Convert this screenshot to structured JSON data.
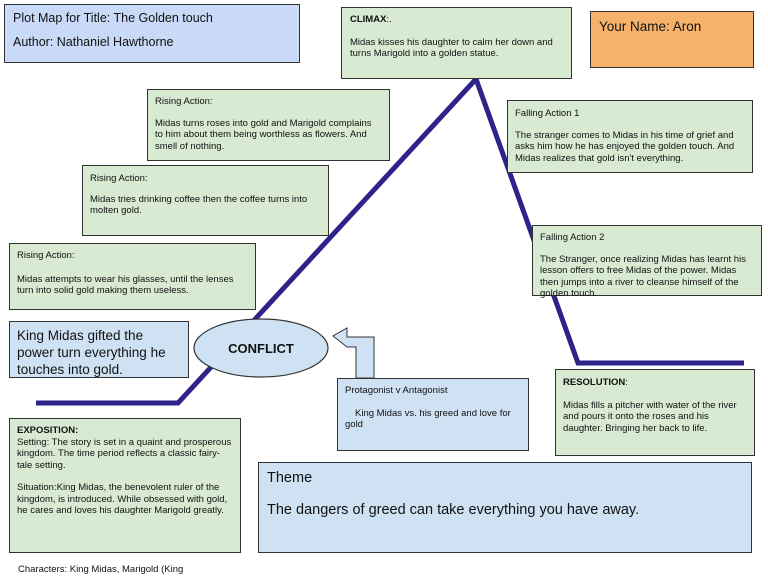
{
  "header": {
    "plot_map_title": "Plot Map for Title: The Golden touch",
    "author": "Author: Nathaniel Hawthorne",
    "your_name": "Your Name: Aron"
  },
  "climax": {
    "heading": "CLIMAX",
    "heading_suffix": ":.",
    "text": "Midas kisses his daughter to calm her down and turns Marigold into a golden statue."
  },
  "rising_actions": [
    {
      "label": "Rising Action:",
      "text": "Midas turns roses into gold and Marigold complains to him about them being worthless as flowers. And smell of nothing."
    },
    {
      "label": "Rising Action:",
      "text": "Midas tries drinking coffee then the coffee turns into molten gold."
    },
    {
      "label": "Rising Action:",
      "text": "Midas attempts to wear his glasses, until the lenses turn into solid gold making them useless."
    }
  ],
  "falling_actions": [
    {
      "label": "Falling Action 1",
      "text": "The stranger comes to Midas in his time of grief and asks him how he has enjoyed the golden touch. And Midas realizes that gold isn't everything."
    },
    {
      "label": "Falling Action 2",
      "text": "The Stranger, once realizing Midas has learnt his lesson offers to free Midas of the power. Midas then jumps into a river to cleanse himself of the golden touch."
    }
  ],
  "conflict": {
    "label": "CONFLICT",
    "description": "King Midas gifted the power turn everything he touches into gold.",
    "protagonist_label": "Protagonist v  Antagonist",
    "protagonist_text": "King Midas vs. his greed and love for gold"
  },
  "resolution": {
    "heading": "RESOLUTION",
    "heading_suffix": ":",
    "text": "Midas fills a pitcher with water of the river and pours it onto the roses and his daughter. Bringing her back to life."
  },
  "exposition": {
    "heading": "EXPOSITION:",
    "setting": "Setting: The story is set in a quaint and prosperous kingdom. The time period reflects a classic fairy-tale setting.",
    "situation": "Situation:King Midas, the benevolent ruler of the kingdom, is introduced. While obsessed with gold, he cares and loves his daughter Marigold greatly."
  },
  "theme": {
    "label": "Theme",
    "text": "The dangers of greed can take everything you have away."
  },
  "characters": "Characters: King Midas, Marigold (King",
  "colors": {
    "plot_line": "#2e2389",
    "green_box": "#d9ead3",
    "blue_box": "#c9daf8",
    "orange_box": "#f6b26b"
  }
}
